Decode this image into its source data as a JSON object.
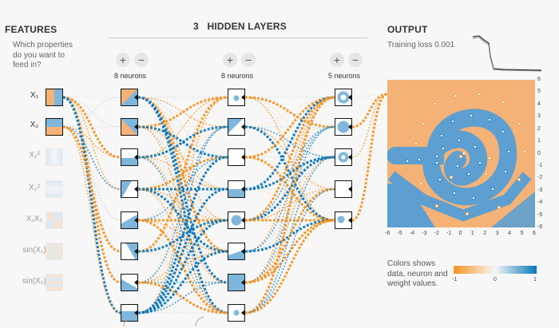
{
  "features": {
    "title": "FEATURES",
    "subtitle_lines": [
      "Which properties",
      "do you want to",
      "feed in?"
    ],
    "items": [
      {
        "label": "X₁",
        "active": true,
        "icon": "x1-feature-icon"
      },
      {
        "label": "X₂",
        "active": true,
        "icon": "x2-feature-icon"
      },
      {
        "label": "X₁²",
        "active": false,
        "icon": "x1-squared-feature-icon"
      },
      {
        "label": "X₂²",
        "active": false,
        "icon": "x2-squared-feature-icon"
      },
      {
        "label": "X₁X₂",
        "active": false,
        "icon": "x1x2-feature-icon"
      },
      {
        "label": "sin(X₁)",
        "active": false,
        "icon": "sin-x1-feature-icon"
      },
      {
        "label": "sin(X₂)",
        "active": false,
        "icon": "sin-x2-feature-icon"
      }
    ]
  },
  "hidden": {
    "count": "3",
    "title": "HIDDEN LAYERS",
    "layers": [
      {
        "neurons_label": "8 neurons",
        "neurons": 8
      },
      {
        "neurons_label": "8 neurons",
        "neurons": 8
      },
      {
        "neurons_label": "5 neurons",
        "neurons": 5
      }
    ],
    "plus": "+",
    "minus": "−"
  },
  "output": {
    "title": "OUTPUT",
    "training_loss_label": "Training loss 0.001",
    "x_ticks": [
      "-6",
      "-5",
      "-4",
      "-3",
      "-2",
      "-1",
      "0",
      "1",
      "2",
      "3",
      "4",
      "5",
      "6"
    ],
    "y_ticks": [
      "6",
      "5",
      "4",
      "3",
      "2",
      "1",
      "0",
      "-1",
      "-2",
      "-3",
      "-4",
      "-5",
      "-6"
    ],
    "legend_lines": [
      "Colors shows",
      "data, neuron and",
      "weight values."
    ],
    "legend_ticks": [
      "-1",
      "0",
      "1"
    ]
  },
  "colors": {
    "orange": "#f59322",
    "blue": "#0877bd",
    "bg": "#f7f7f7"
  }
}
